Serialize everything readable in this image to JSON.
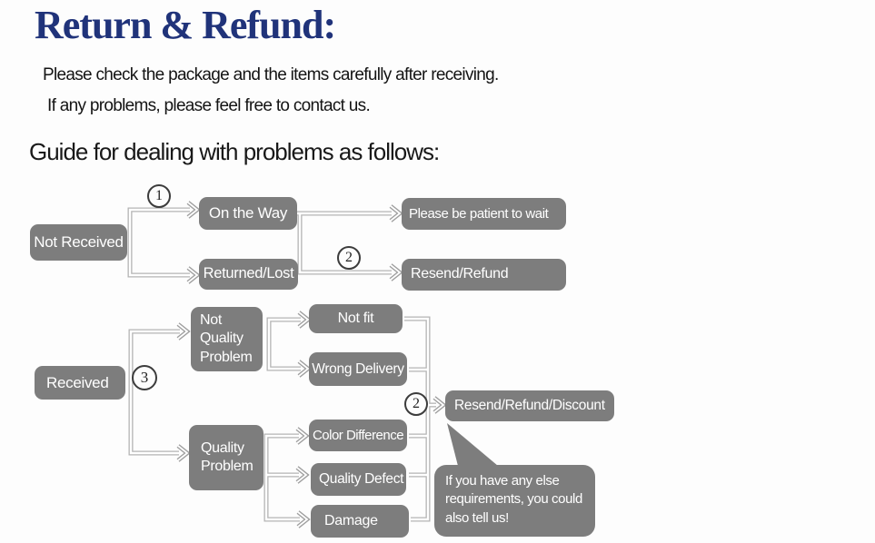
{
  "header": {
    "title": "Return & Refund:",
    "intro_1": "Please check the package and the items carefully after receiving.",
    "intro_2": "If any problems, please feel free to contact us.",
    "guide_heading": "Guide for dealing with problems as follows:"
  },
  "colors": {
    "title_navy": "#20337a",
    "node_gray": "#7d7d7d",
    "node_text": "#ffffff",
    "connector_gray": "#b4b4b4",
    "arrowhead_gray": "#9e9e9e",
    "badge_border": "#3c3c3c",
    "background": "#fdfdfd"
  },
  "flowchart": {
    "badges": {
      "step1": "1",
      "step2_top": "2",
      "step3": "3",
      "step2_bottom": "2"
    },
    "nodes": {
      "not_received": "Not Received",
      "on_the_way": "On the Way",
      "returned_lost": "Returned/Lost",
      "please_wait": "Please be patient to wait",
      "resend_refund": "Resend/Refund",
      "received": "Received",
      "not_quality_problem": "Not\nQuality\nProblem",
      "not_fit": "Not fit",
      "wrong_delivery": "Wrong Delivery",
      "quality_problem": "Quality\nProblem",
      "color_difference": "Color Difference",
      "quality_defect": "Quality Defect",
      "damage": "Damage",
      "resend_refund_discount": "Resend/Refund/Discount"
    },
    "bubble_note": "If you have any else\nrequirements, you could\nalso tell us!",
    "edges": [
      {
        "from": "not_received",
        "to": "on_the_way",
        "badge": "1"
      },
      {
        "from": "not_received",
        "to": "returned_lost",
        "badge": ""
      },
      {
        "from": "on_the_way",
        "to": "please_wait",
        "badge": ""
      },
      {
        "from": "returned_lost",
        "to": "resend_refund",
        "badge": "2"
      },
      {
        "from": "received",
        "to": "not_quality_problem",
        "badge": "3"
      },
      {
        "from": "received",
        "to": "quality_problem",
        "badge": "3"
      },
      {
        "from": "not_quality_problem",
        "to": "not_fit",
        "badge": ""
      },
      {
        "from": "not_quality_problem",
        "to": "wrong_delivery",
        "badge": ""
      },
      {
        "from": "quality_problem",
        "to": "color_difference",
        "badge": ""
      },
      {
        "from": "quality_problem",
        "to": "quality_defect",
        "badge": ""
      },
      {
        "from": "quality_problem",
        "to": "damage",
        "badge": ""
      },
      {
        "from": "not_fit",
        "to": "resend_refund_discount",
        "badge": "2"
      },
      {
        "from": "wrong_delivery",
        "to": "resend_refund_discount",
        "badge": "2"
      },
      {
        "from": "color_difference",
        "to": "resend_refund_discount",
        "badge": "2"
      },
      {
        "from": "quality_defect",
        "to": "resend_refund_discount",
        "badge": "2"
      },
      {
        "from": "damage",
        "to": "resend_refund_discount",
        "badge": "2"
      }
    ]
  }
}
